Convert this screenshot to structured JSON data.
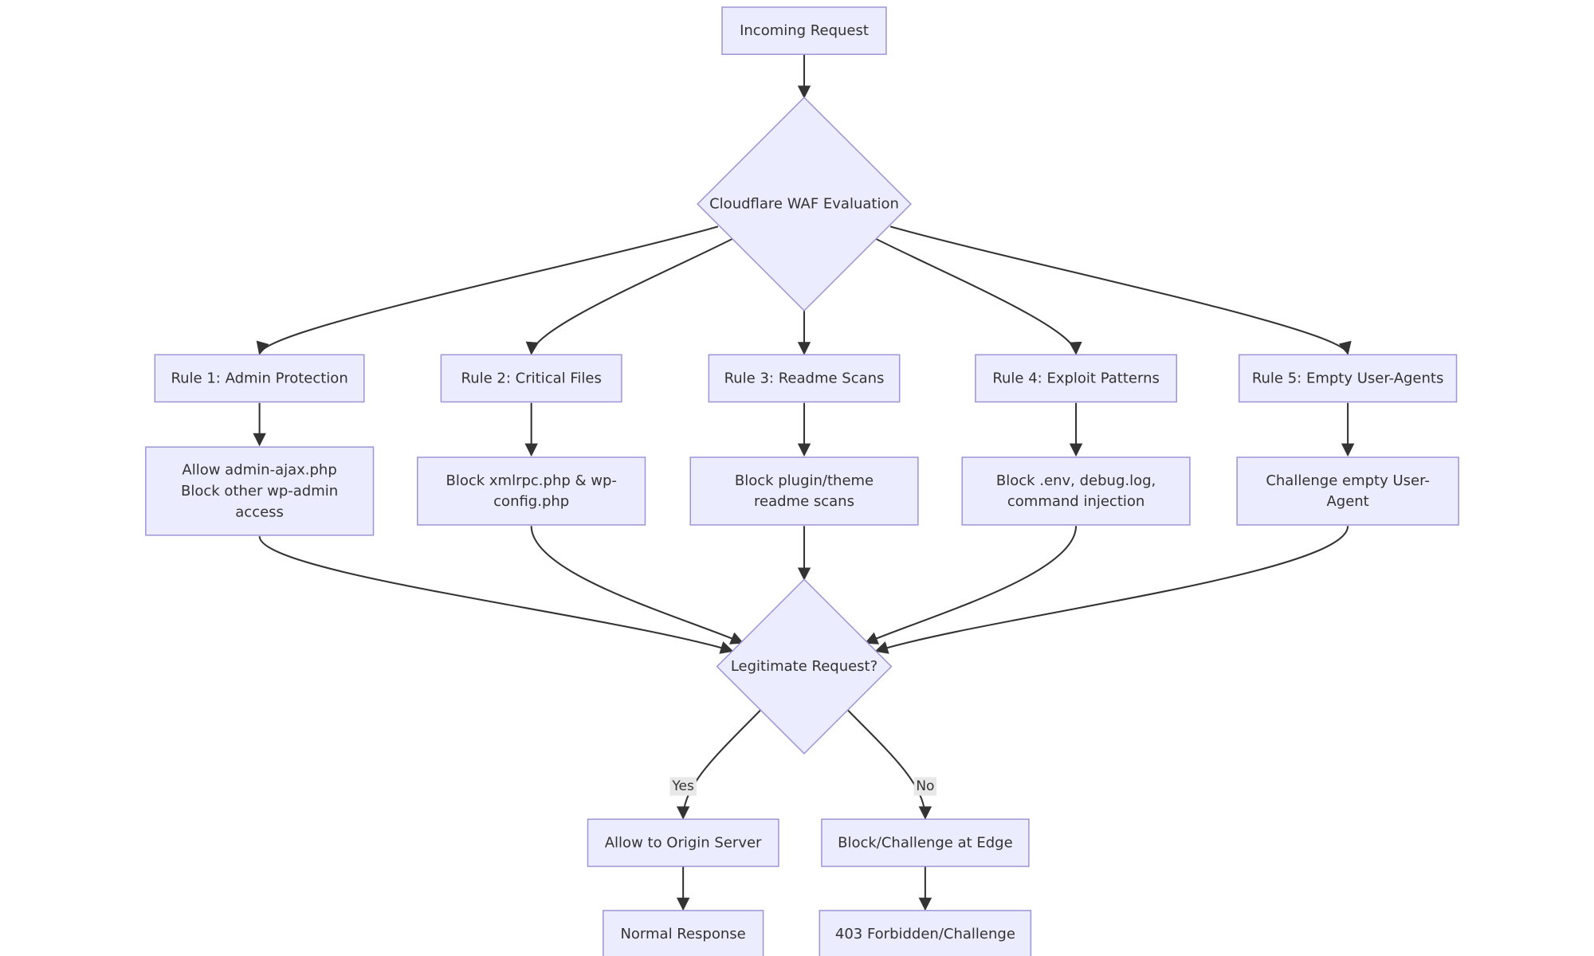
{
  "colors": {
    "node_fill": "#ECECFF",
    "node_stroke": "#9C95D6",
    "edge": "#333333",
    "text": "#333333",
    "label_bg": "#E8E8E8"
  },
  "nodes": {
    "incoming": {
      "lines": [
        "Incoming Request"
      ]
    },
    "waf": {
      "lines": [
        "Cloudflare WAF Evaluation"
      ]
    },
    "rule1": {
      "lines": [
        "Rule 1: Admin Protection"
      ]
    },
    "rule2": {
      "lines": [
        "Rule 2: Critical Files"
      ]
    },
    "rule3": {
      "lines": [
        "Rule 3: Readme Scans"
      ]
    },
    "rule4": {
      "lines": [
        "Rule 4: Exploit Patterns"
      ]
    },
    "rule5": {
      "lines": [
        "Rule 5: Empty User-Agents"
      ]
    },
    "action1": {
      "lines": [
        "Allow admin-ajax.php",
        "Block other wp-admin",
        "access"
      ]
    },
    "action2": {
      "lines": [
        "Block xmlrpc.php & wp-",
        "config.php"
      ]
    },
    "action3": {
      "lines": [
        "Block plugin/theme",
        "readme scans"
      ]
    },
    "action4": {
      "lines": [
        "Block .env, debug.log,",
        "command injection"
      ]
    },
    "action5": {
      "lines": [
        "Challenge empty User-",
        "Agent"
      ]
    },
    "legit": {
      "lines": [
        "Legitimate Request?"
      ]
    },
    "allow": {
      "lines": [
        "Allow to Origin Server"
      ]
    },
    "block": {
      "lines": [
        "Block/Challenge at Edge"
      ]
    },
    "normal": {
      "lines": [
        "Normal Response"
      ]
    },
    "forbidden": {
      "lines": [
        "403 Forbidden/Challenge"
      ]
    }
  },
  "edge_labels": {
    "yes": "Yes",
    "no": "No"
  }
}
